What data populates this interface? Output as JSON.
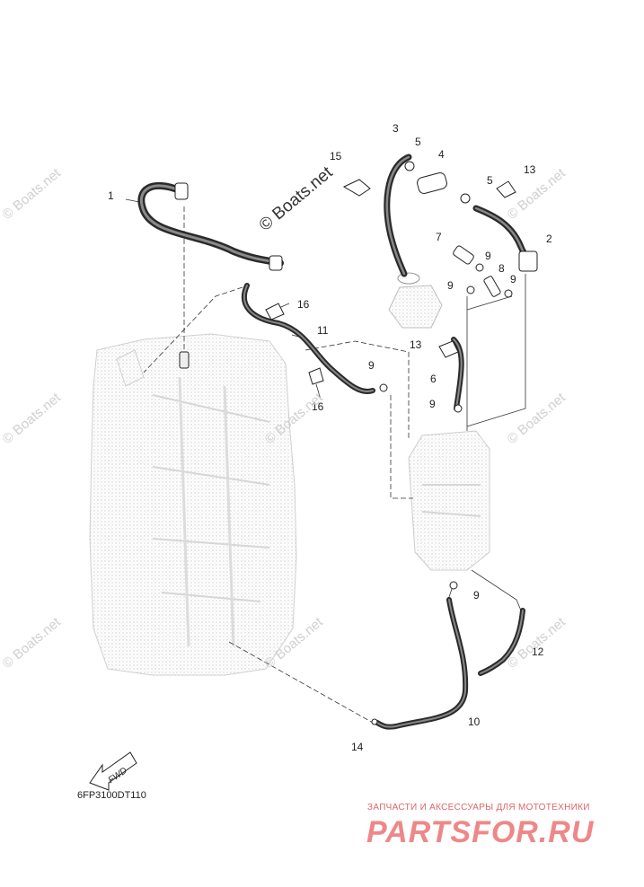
{
  "diagram": {
    "code": "6FP3100DT110",
    "fwd_label": "FWD",
    "watermarks": [
      "© Boats.net",
      "© Boats.net",
      "© Boats.net",
      "© Boats.net",
      "© Boats.net",
      "© Boats.net",
      "© Boats.net",
      "© Boats.net"
    ],
    "watermark_big": "© Boats.net",
    "callouts": {
      "c1": "1",
      "c2": "2",
      "c3": "3",
      "c4": "4",
      "c5a": "5",
      "c5b": "5",
      "c6": "6",
      "c7": "7",
      "c8": "8",
      "c9a": "9",
      "c9b": "9",
      "c9c": "9",
      "c9d": "9",
      "c9e": "9",
      "c9f": "9",
      "c10": "10",
      "c11": "11",
      "c12": "12",
      "c13a": "13",
      "c13b": "13",
      "c14": "14",
      "c15": "15",
      "c16a": "16",
      "c16b": "16"
    }
  },
  "footer": {
    "tagline": "ЗАПЧАСТИ И АКСЕССУАРЫ ДЛЯ МОТОТЕХНИКИ",
    "logo": "PARTSFOR.RU"
  }
}
